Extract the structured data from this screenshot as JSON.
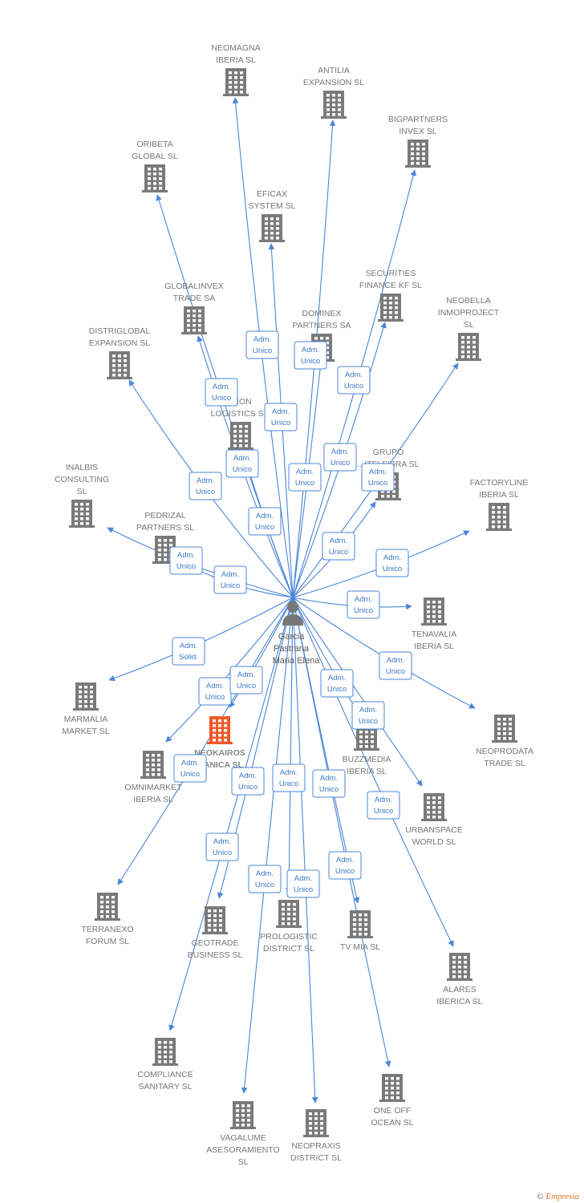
{
  "center": {
    "lines": [
      "Garcia",
      "Pastrana",
      "Maria Elena"
    ]
  },
  "colors": {
    "edge": "#4a86d8",
    "building": "#7a7a7a",
    "highlight": "#f05a28"
  },
  "nodes": [
    {
      "id": "neomagna",
      "lines": [
        "NEOMAGNA",
        "IBERIA SL"
      ],
      "highlight": false
    },
    {
      "id": "antilia",
      "lines": [
        "ANTILIA",
        "EXPANSION SL"
      ],
      "highlight": false
    },
    {
      "id": "bigpartners",
      "lines": [
        "BIGPARTNERS",
        "INVEX SL"
      ],
      "highlight": false
    },
    {
      "id": "oribeta",
      "lines": [
        "ORIBETA",
        "GLOBAL SL"
      ],
      "highlight": false
    },
    {
      "id": "eficax",
      "lines": [
        "EFICAX",
        "SYSTEM SL"
      ],
      "highlight": false
    },
    {
      "id": "securities",
      "lines": [
        "SECURITIES",
        "FINANCE KF SL"
      ],
      "highlight": false
    },
    {
      "id": "neobella",
      "lines": [
        "NEOBELLA",
        "INMOPROJECT",
        "SL"
      ],
      "highlight": false
    },
    {
      "id": "globalinvex",
      "lines": [
        "GLOBALINVEX",
        "TRADE SA"
      ],
      "highlight": false
    },
    {
      "id": "dominex",
      "lines": [
        "DOMINEX",
        "PARTNERS SA"
      ],
      "highlight": false
    },
    {
      "id": "distriglobal",
      "lines": [
        "DISTRIGLOBAL",
        "EXPANSION SL"
      ],
      "highlight": false
    },
    {
      "id": "logistics",
      "lines": [
        "...ION",
        "LOGISTICS S..."
      ],
      "highlight": false
    },
    {
      "id": "grupo",
      "lines": [
        "GRUPO",
        "...ITELFIBRA SL"
      ],
      "highlight": false
    },
    {
      "id": "inalbis",
      "lines": [
        "INALBIS",
        "CONSULTING",
        "SL"
      ],
      "highlight": false
    },
    {
      "id": "factoryline",
      "lines": [
        "FACTORYLINE",
        "IBERIA SL"
      ],
      "highlight": false
    },
    {
      "id": "pedrizal",
      "lines": [
        "PEDRIZAL",
        "PARTNERS SL"
      ],
      "highlight": false
    },
    {
      "id": "tenavalia",
      "lines": [
        "TENAVALIA",
        "IBERIA SL"
      ],
      "highlight": false
    },
    {
      "id": "marmalia",
      "lines": [
        "MARMALIA",
        "MARKET SL"
      ],
      "highlight": false
    },
    {
      "id": "neoprodata",
      "lines": [
        "NEOPRODATA",
        "TRADE SL"
      ],
      "highlight": false
    },
    {
      "id": "neokairos",
      "lines": [
        "NEOKAIROS",
        "...ANICA SL"
      ],
      "highlight": true
    },
    {
      "id": "omnimarket",
      "lines": [
        "OMNIMARKET",
        "IBERIA SL"
      ],
      "highlight": false
    },
    {
      "id": "buzzmedia",
      "lines": [
        "BUZZMEDIA",
        "IBERIA SL"
      ],
      "highlight": false
    },
    {
      "id": "urbanspace",
      "lines": [
        "URBANSPACE",
        "WORLD SL"
      ],
      "highlight": false
    },
    {
      "id": "terranexo",
      "lines": [
        "TERRANEXO",
        "FORUM SL"
      ],
      "highlight": false
    },
    {
      "id": "geotrade",
      "lines": [
        "GEOTRADE",
        "BUSINESS SL"
      ],
      "highlight": false
    },
    {
      "id": "prologistic",
      "lines": [
        "PROLOGISTIC",
        "DISTRICT SL"
      ],
      "highlight": false
    },
    {
      "id": "tvmia",
      "lines": [
        "TV MIA SL"
      ],
      "highlight": false
    },
    {
      "id": "alares",
      "lines": [
        "ALARES",
        "IBERICA SL"
      ],
      "highlight": false
    },
    {
      "id": "compliance",
      "lines": [
        "COMPLIANCE",
        "SANITARY SL"
      ],
      "highlight": false
    },
    {
      "id": "oneoff",
      "lines": [
        "ONE OFF",
        "OCEAN SL"
      ],
      "highlight": false
    },
    {
      "id": "vagalume",
      "lines": [
        "VAGALUME",
        "ASESORAMIENTO",
        "SL"
      ],
      "highlight": false
    },
    {
      "id": "neopraxis",
      "lines": [
        "NEOPRAXIS",
        "DISTRICT SL"
      ],
      "highlight": false
    }
  ],
  "edges": [
    {
      "target": "neomagna",
      "badge": [
        "Adm.",
        "Unico"
      ]
    },
    {
      "target": "antilia",
      "badge": [
        "Adm.",
        "Unico"
      ]
    },
    {
      "target": "bigpartners",
      "badge": [
        "Adm.",
        "Unico"
      ]
    },
    {
      "target": "oribeta",
      "badge": [
        "Adm.",
        "Unico"
      ]
    },
    {
      "target": "eficax",
      "badge": [
        "Adm.",
        "Unico"
      ]
    },
    {
      "target": "securities",
      "badge": [
        "Adm.",
        "Unico"
      ]
    },
    {
      "target": "neobella",
      "badge": [
        "Adm.",
        "Unico"
      ]
    },
    {
      "target": "globalinvex",
      "badge": [
        "Adm.",
        "Unico"
      ]
    },
    {
      "target": "dominex",
      "badge": [
        "Adm.",
        "Unico"
      ]
    },
    {
      "target": "distriglobal",
      "badge": [
        "Adm.",
        "Unico"
      ]
    },
    {
      "target": "logistics",
      "badge": [
        "Adm.",
        "Unico"
      ]
    },
    {
      "target": "grupo",
      "badge": [
        "Adm.",
        "Unico"
      ]
    },
    {
      "target": "inalbis",
      "badge": [
        "Adm.",
        "Unico"
      ]
    },
    {
      "target": "factoryline",
      "badge": [
        "Adm.",
        "Unico"
      ]
    },
    {
      "target": "pedrizal",
      "badge": [
        "Adm.",
        "Unico"
      ]
    },
    {
      "target": "tenavalia",
      "badge": [
        "Adm.",
        "Unico"
      ]
    },
    {
      "target": "marmalia",
      "badge": [
        "Adm.",
        "Solid."
      ]
    },
    {
      "target": "neoprodata",
      "badge": [
        "Adm.",
        "Unico"
      ]
    },
    {
      "target": "neokairos",
      "badge": [
        "Adm.",
        "Unico"
      ]
    },
    {
      "target": "omnimarket",
      "badge": [
        "Adm.",
        "Unico"
      ]
    },
    {
      "target": "buzzmedia",
      "badge": [
        "Adm.",
        "Unico"
      ]
    },
    {
      "target": "urbanspace",
      "badge": [
        "Adm.",
        "Unico"
      ]
    },
    {
      "target": "terranexo",
      "badge": [
        "Adm.",
        "Unico"
      ]
    },
    {
      "target": "geotrade",
      "badge": [
        "Adm.",
        "Unico"
      ]
    },
    {
      "target": "prologistic",
      "badge": [
        "Adm.",
        "Unico"
      ]
    },
    {
      "target": "tvmia",
      "badge": [
        "Adm.",
        "Unico"
      ]
    },
    {
      "target": "alares",
      "badge": [
        "Adm.",
        "Unico"
      ]
    },
    {
      "target": "compliance",
      "badge": [
        "Adm.",
        "Unico"
      ]
    },
    {
      "target": "oneoff",
      "badge": [
        "Adm.",
        "Unico"
      ]
    },
    {
      "target": "vagalume",
      "badge": [
        "Adm.",
        "Unico"
      ]
    },
    {
      "target": "neopraxis",
      "badge": [
        "Adm.",
        "Unico"
      ]
    }
  ],
  "footer": {
    "copyright": "©",
    "brand": "Empresia"
  }
}
